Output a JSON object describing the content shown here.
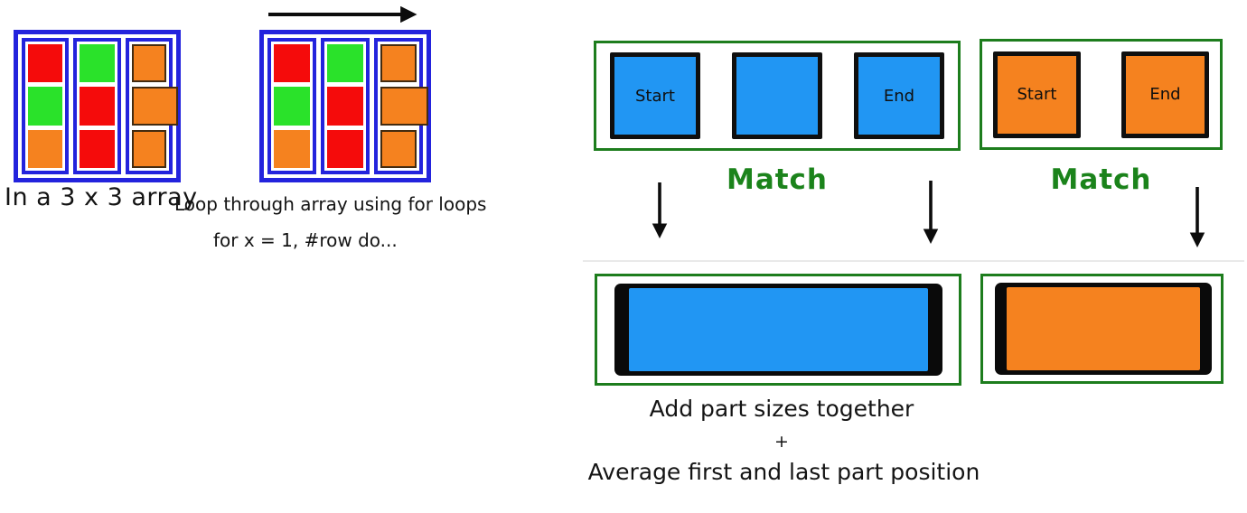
{
  "colors": {
    "red": "#f50b0b",
    "green": "#2ae22a",
    "orange": "#f5821f",
    "blue_border": "#2323dd",
    "blue_fill": "#2196f3",
    "green_border": "#1d7d1d",
    "match_green": "#1b831b"
  },
  "left_panel": {
    "grid_static": {
      "caption": "In a 3 x 3 array",
      "columns": [
        [
          "red",
          "green",
          "orange"
        ],
        [
          "green",
          "red",
          "red"
        ],
        [
          "orange",
          "orange",
          "orange"
        ]
      ]
    },
    "grid_loop": {
      "caption_line1": "Loop through array using for loops",
      "caption_line2": "for x = 1, #row do...",
      "columns": [
        [
          "red",
          "green",
          "orange"
        ],
        [
          "green",
          "red",
          "red"
        ],
        [
          "orange",
          "orange",
          "orange"
        ]
      ]
    }
  },
  "right_panel": {
    "blue_track": {
      "cells": [
        "Start",
        "",
        "End"
      ],
      "match_label": "Match"
    },
    "orange_track": {
      "cells": [
        "Start",
        "End"
      ],
      "match_label": "Match"
    },
    "caption": {
      "line1": "Add part sizes together",
      "plus": "+",
      "line2": "Average first and last part position"
    }
  }
}
